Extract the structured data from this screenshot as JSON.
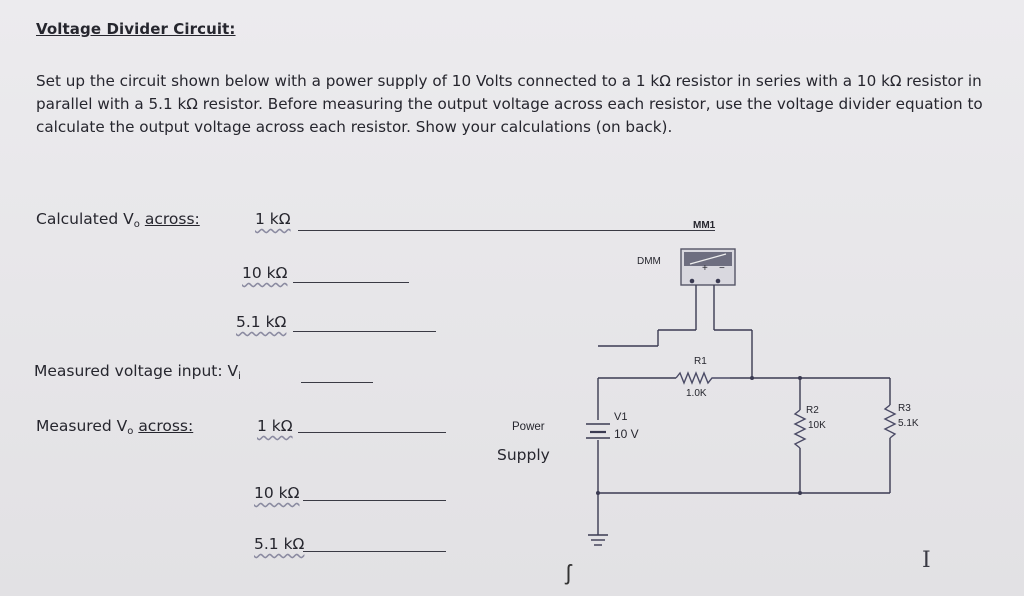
{
  "title": "Voltage Divider Circuit:",
  "instructions": "Set up the circuit shown below with a power supply of 10 Volts connected to a 1 kΩ resistor in series with a 10 kΩ resistor in parallel with a 5.1 kΩ resistor. Before measuring the output voltage across each resistor, use the voltage divider equation to calculate the output voltage across each resistor. Show your calculations (on back).",
  "calculated": {
    "label_prefix": "Calculated V",
    "label_sub": "o",
    "label_suffix": "across:",
    "rows": [
      "1 kΩ",
      "10 kΩ",
      "5.1 kΩ"
    ]
  },
  "measured_input": {
    "label": "Measured voltage input: V",
    "sub": "i"
  },
  "measured": {
    "label_prefix": "Measured V",
    "label_sub": "o",
    "label_suffix": "across:",
    "rows": [
      "1 kΩ",
      "10 kΩ",
      "5.1 kΩ"
    ]
  },
  "power_supply": {
    "word1": "Power",
    "word2": "Supply"
  },
  "circuit": {
    "meter_label": "MM1",
    "dmm_label": "DMM",
    "meter_plus": "+",
    "meter_minus": "−",
    "source_name": "V1",
    "source_value": "10 V",
    "r1_name": "R1",
    "r1_value": "1.0K",
    "r2_name": "R2",
    "r2_value": "10K",
    "r3_name": "R3",
    "r3_value": "5.1K"
  },
  "cursor_glyph": "I",
  "pen_mark": "ʃ"
}
